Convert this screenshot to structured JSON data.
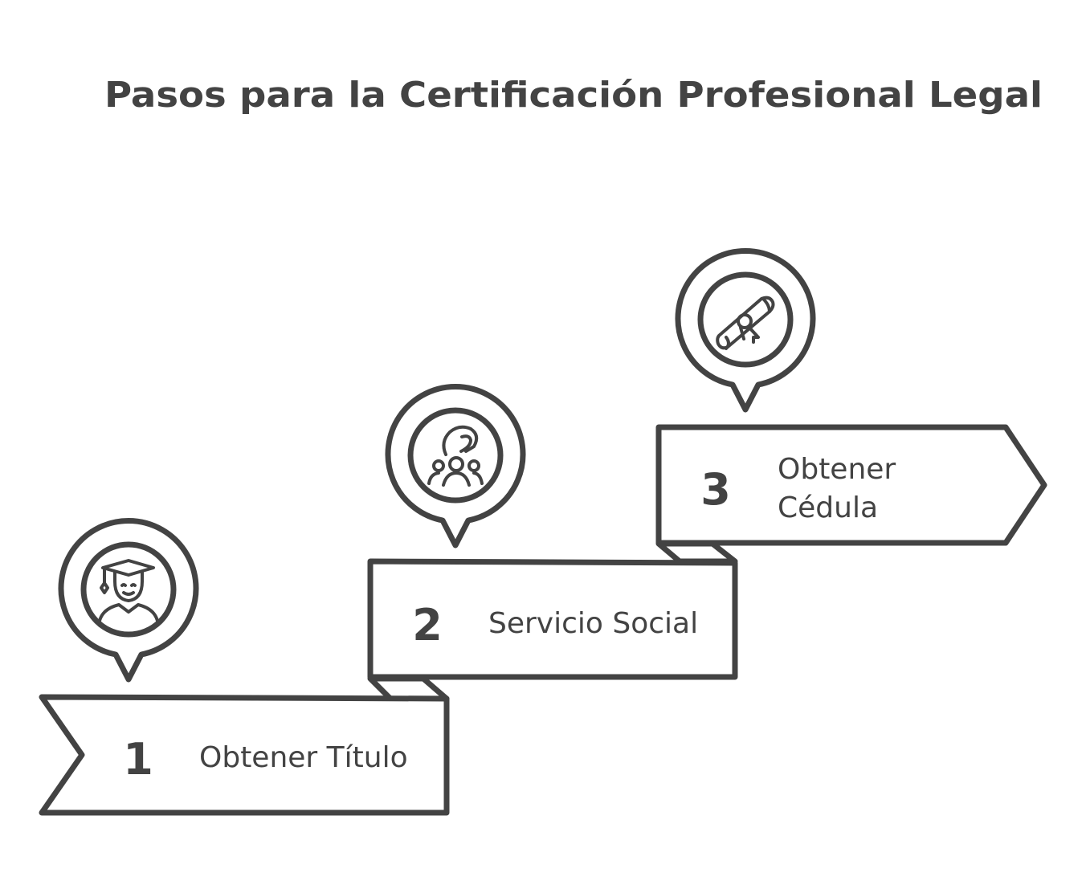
{
  "title": "Pasos para la Certificación Profesional Legal",
  "steps": [
    {
      "number": "1",
      "label": "Obtener Título",
      "icon": "graduate-icon"
    },
    {
      "number": "2",
      "label": "Servicio Social",
      "icon": "community-help-icon"
    },
    {
      "number": "3",
      "label_line1": "Obtener",
      "label_line2": "Cédula",
      "icon": "diploma-icon"
    }
  ],
  "colors": {
    "stroke": "#434343",
    "background": "#ffffff"
  }
}
